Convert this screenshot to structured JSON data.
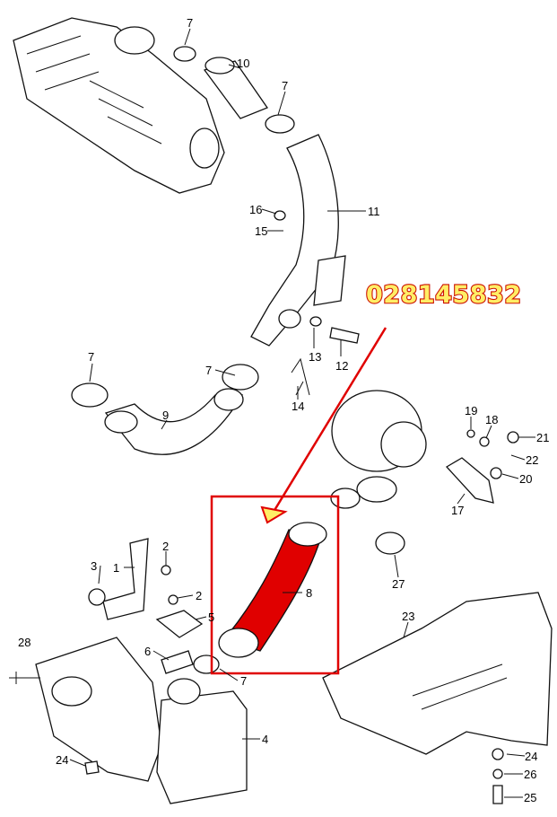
{
  "part_number": "028145832",
  "highlight_color": "#e00000",
  "part_number_fill": "#ffee66",
  "labels": [
    "7",
    "10",
    "7",
    "16",
    "11",
    "15",
    "13",
    "12",
    "7",
    "7",
    "9",
    "14",
    "19",
    "18",
    "21",
    "22",
    "20",
    "17",
    "2",
    "3",
    "1",
    "2",
    "5",
    "6",
    "7",
    "8",
    "27",
    "23",
    "28",
    "4",
    "24",
    "24",
    "26",
    "25"
  ]
}
